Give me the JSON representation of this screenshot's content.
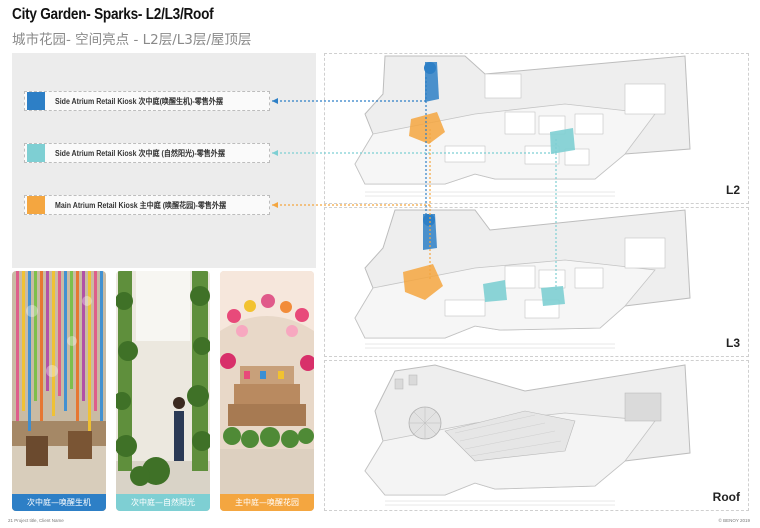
{
  "header": {
    "title": "City Garden- Sparks- L2/L3/Roof",
    "subtitle": "城市花园- 空间亮点 - L2层/L3层/屋顶层"
  },
  "legend": [
    {
      "label": "Side Atrium Retail Kiosk 次中庭(唤醒生机)-零售外摆",
      "color": "#2d7fc6"
    },
    {
      "label": "Side Atrium Retail Kiosk 次中庭 (自然阳光)-零售外摆",
      "color": "#7ecfd3"
    },
    {
      "label": "Main Atrium Retail Kiosk 主中庭 (唤醒花园)-零售外摆",
      "color": "#f4a640"
    }
  ],
  "photos": [
    {
      "caption": "次中庭—唤醒生机",
      "color": "#2d7fc6"
    },
    {
      "caption": "次中庭—自然阳光",
      "color": "#7ecfd3"
    },
    {
      "caption": "主中庭—唤醒花园",
      "color": "#f4a640"
    }
  ],
  "plans": [
    {
      "label": "L2"
    },
    {
      "label": "L3"
    },
    {
      "label": "Roof"
    }
  ],
  "footer": {
    "left": "21   Project title, Client Name",
    "right": "© BENOY 2019"
  }
}
